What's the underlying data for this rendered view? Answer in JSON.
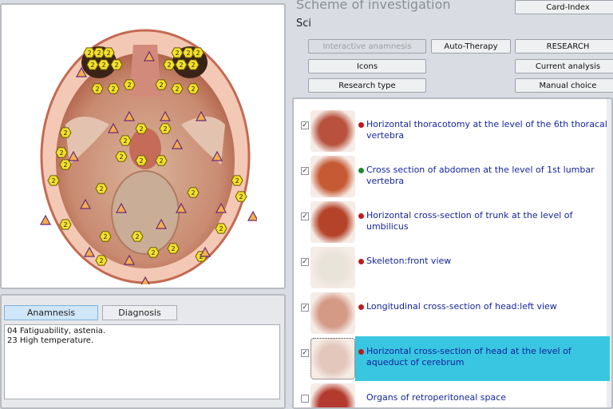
{
  "header": {
    "title": "Scheme of investigation",
    "subtitle": "Sci"
  },
  "buttons": {
    "card_index": "Card-Index",
    "interactive_anamnesis": "Interactive anamnesis",
    "auto_therapy": "Auto-Therapy",
    "research": "RESEARCH",
    "icons": "Icons",
    "current_analysis": "Current analysis",
    "research_type": "Research type",
    "manual_choice": "Manual choice"
  },
  "tabs": {
    "anamnesis": "Anamnesis",
    "diagnosis": "Diagnosis"
  },
  "notes": [
    "04 Fatiguability, astenia.",
    "23 High temperature."
  ],
  "list": [
    {
      "checked": true,
      "status": "red",
      "label": "Horizontal thoracotomy at the level of the 6th thoracal vertebra"
    },
    {
      "checked": true,
      "status": "green",
      "label": "Cross section of abdomen at the level of 1st lumbar vertebra"
    },
    {
      "checked": true,
      "status": "red",
      "label": "Horizontal cross-section of trunk at the level of umbilicus"
    },
    {
      "checked": true,
      "status": "red",
      "label": "Skeleton:front view"
    },
    {
      "checked": true,
      "status": "red",
      "label": "Longitudinal cross-section of head:left view"
    },
    {
      "checked": true,
      "status": "red",
      "label": "Horizontal cross-section of head at the level of aqueduct of cerebrum",
      "selected": true
    },
    {
      "checked": false,
      "status": "none",
      "label": "Organs of retroperitoneal space"
    }
  ],
  "marker_label": "2",
  "colors": {
    "accent_selected": "#38c6e0",
    "link_text": "#15259c",
    "status_red": "#b81d1d",
    "status_green": "#1e8a2b"
  }
}
